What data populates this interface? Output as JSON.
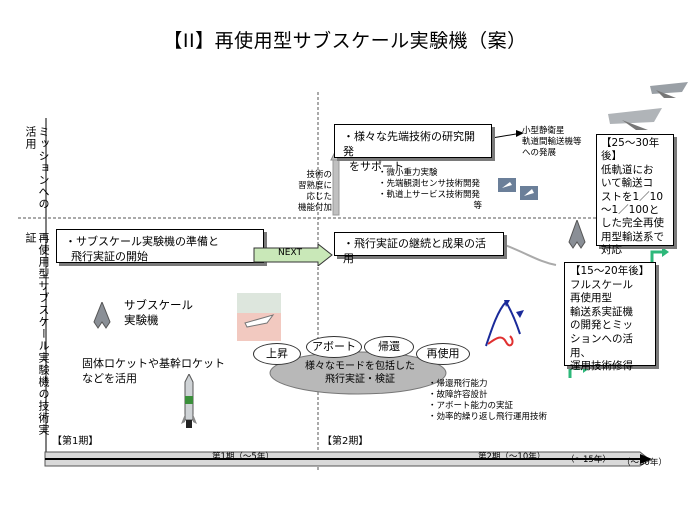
{
  "title": "【II】再使用型サブスケール実験機（案）",
  "rows": {
    "mission": "ミッションへの活用",
    "tech": "再使用型サブスケール実験機の技術実証"
  },
  "boxes": {
    "research": [
      "・様々な先端技術の研究開発",
      "をサポート"
    ],
    "prep": [
      "・サブスケール実験機の準備と",
      "飛行実証の開始"
    ],
    "next": "NEXT",
    "continue": "・飛行実証の継続と成果の活用",
    "long_term": [
      "【25～30年後】",
      "低軌道にお",
      "いて輸送コ",
      "ストを1／10",
      "～1／100と",
      "した完全再使",
      "用型輸送系で",
      "対応"
    ],
    "mid_term": [
      "【15～20年後】",
      "フルスケール",
      "再使用型",
      "輸送系実証機",
      "の開発とミッ",
      "ションへの活用、",
      "運用技術修得"
    ]
  },
  "notes": {
    "tech_dev": [
      "技術の",
      "習熟度に",
      "応じた",
      "機能付加"
    ],
    "small_sat": [
      "小型静衛星",
      "軌道間輸送機等",
      "への発展"
    ],
    "experiments": [
      "・微小重力実験",
      "・先端観測センサ技術開発",
      "・軌道上サービス技術開発",
      "等"
    ],
    "subscale": [
      "サブスケール",
      "実験機"
    ],
    "rocket": [
      "固体ロケットや基幹ロケット",
      "などを活用"
    ],
    "capabilities": [
      "・帰還飛行能力",
      "・故障許容設計",
      "・アボート能力の実証",
      "・効率的繰り返し飛行運用技術"
    ]
  },
  "ellipse": {
    "chips": [
      "上昇",
      "アボート",
      "帰還",
      "再使用"
    ],
    "label": [
      "様々なモードを包括した",
      "飛行実証・検証"
    ]
  },
  "phases": {
    "p1": "【第1期】",
    "p2": "【第2期】"
  },
  "timeline": {
    "t1": "第1期（～5年）",
    "t2": "第2期（～10年）",
    "t3": "（～15年）",
    "t4": "（～30年）"
  },
  "colors": {
    "accent_green": "#2db87a",
    "arrow_gray": "#c0c0c0",
    "ellipse_gray": "#b8b8b8"
  }
}
